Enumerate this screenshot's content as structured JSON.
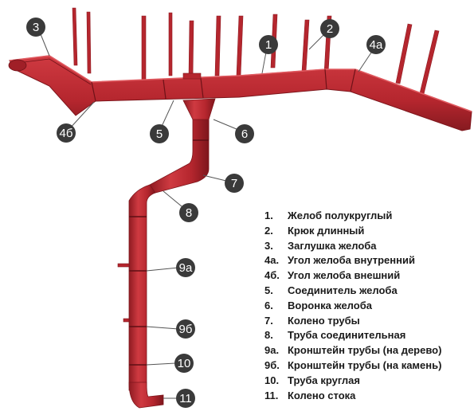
{
  "colors": {
    "gutter": "#b5262e",
    "gutter_dark": "#8f1b22",
    "gutter_light": "#cf3a41",
    "badge": "#3a3a3a",
    "leader": "#555555",
    "text": "#1a1a1a"
  },
  "callouts": [
    {
      "id": "c3",
      "label": "3"
    },
    {
      "id": "c1",
      "label": "1"
    },
    {
      "id": "c2",
      "label": "2"
    },
    {
      "id": "c4a",
      "label": "4а"
    },
    {
      "id": "c4b",
      "label": "4б"
    },
    {
      "id": "c5",
      "label": "5"
    },
    {
      "id": "c6",
      "label": "6"
    },
    {
      "id": "c7",
      "label": "7"
    },
    {
      "id": "c8",
      "label": "8"
    },
    {
      "id": "c9a",
      "label": "9а"
    },
    {
      "id": "c9b",
      "label": "9б"
    },
    {
      "id": "c10",
      "label": "10"
    },
    {
      "id": "c11",
      "label": "11"
    }
  ],
  "legend": [
    {
      "num": "1.",
      "text": "Желоб полукруглый"
    },
    {
      "num": "2.",
      "text": "Крюк длинный"
    },
    {
      "num": "3.",
      "text": "Заглушка желоба"
    },
    {
      "num": "4а.",
      "text": "Угол желоба внутренний"
    },
    {
      "num": "4б.",
      "text": "Угол желоба внешний"
    },
    {
      "num": "5.",
      "text": "Соединитель желоба"
    },
    {
      "num": "6.",
      "text": "Воронка желоба"
    },
    {
      "num": "7.",
      "text": "Колено трубы"
    },
    {
      "num": "8.",
      "text": "Труба соединительная"
    },
    {
      "num": "9а.",
      "text": "Кронштейн трубы (на дерево)"
    },
    {
      "num": "9б.",
      "text": "Кронштейн трубы (на камень)"
    },
    {
      "num": "10.",
      "text": "Труба круглая"
    },
    {
      "num": "11.",
      "text": "Колено стока"
    }
  ]
}
